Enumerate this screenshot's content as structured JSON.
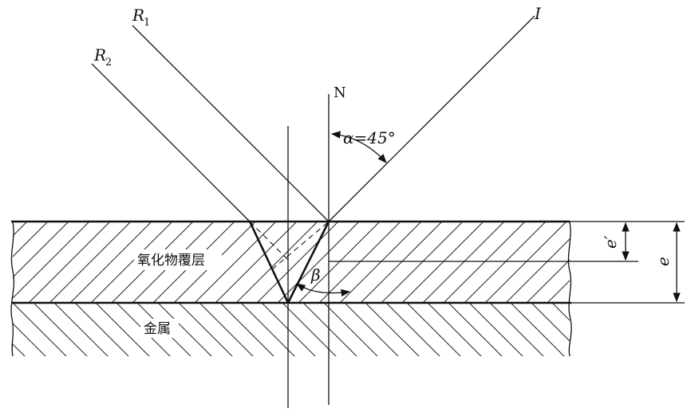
{
  "labels": {
    "ray_r1": "R",
    "ray_r1_sub": "1",
    "ray_r2": "R",
    "ray_r2_sub": "2",
    "ray_incident": "I",
    "normal": "N",
    "angle_alpha": "α=45°",
    "angle_beta": "β",
    "oxide_layer": "氧化物覆层",
    "metal": "金属",
    "dim_e_prime": "e′",
    "dim_e": "e"
  }
}
